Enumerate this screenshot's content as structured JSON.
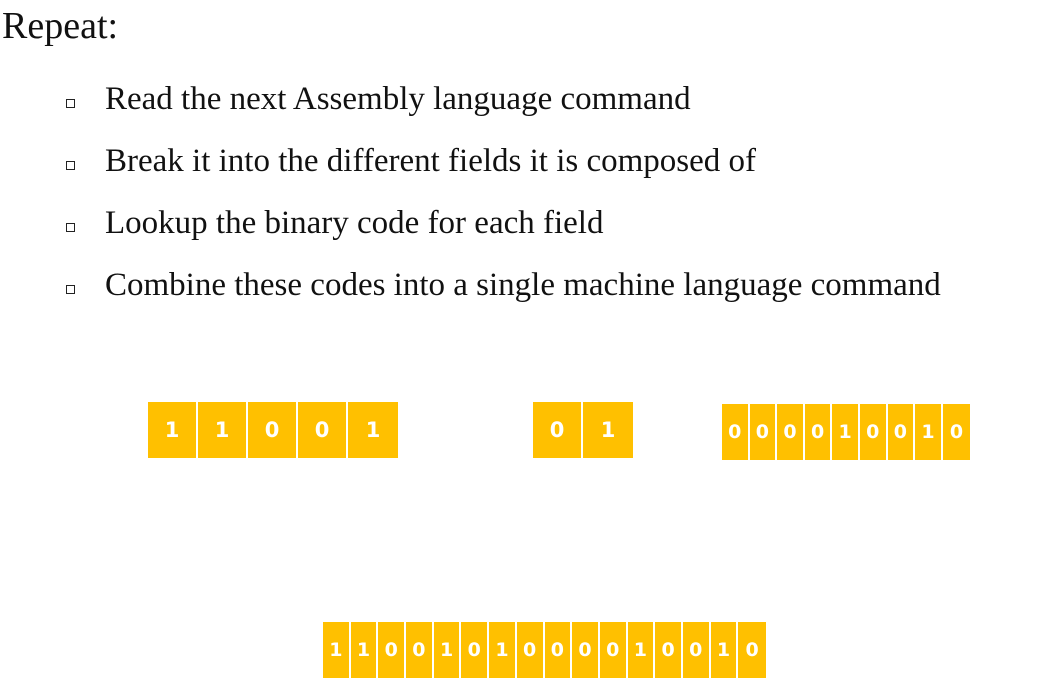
{
  "heading": "Repeat:",
  "bullets": [
    "Read the next Assembly language command",
    "Break it into the different fields it is composed of",
    "Lookup the binary code for each field",
    "Combine these codes into a single machine language command"
  ],
  "fields": [
    [
      "1",
      "1",
      "0",
      "0",
      "1"
    ],
    [
      "0",
      "1"
    ],
    [
      "0",
      "0",
      "0",
      "0",
      "1",
      "0",
      "0",
      "1",
      "0"
    ]
  ],
  "combined": [
    "1",
    "1",
    "0",
    "0",
    "1",
    "0",
    "1",
    "0",
    "0",
    "0",
    "0",
    "1",
    "0",
    "0",
    "1",
    "0"
  ],
  "colors": {
    "bit_fill": "#ffc000",
    "bit_text": "#ffffff"
  }
}
